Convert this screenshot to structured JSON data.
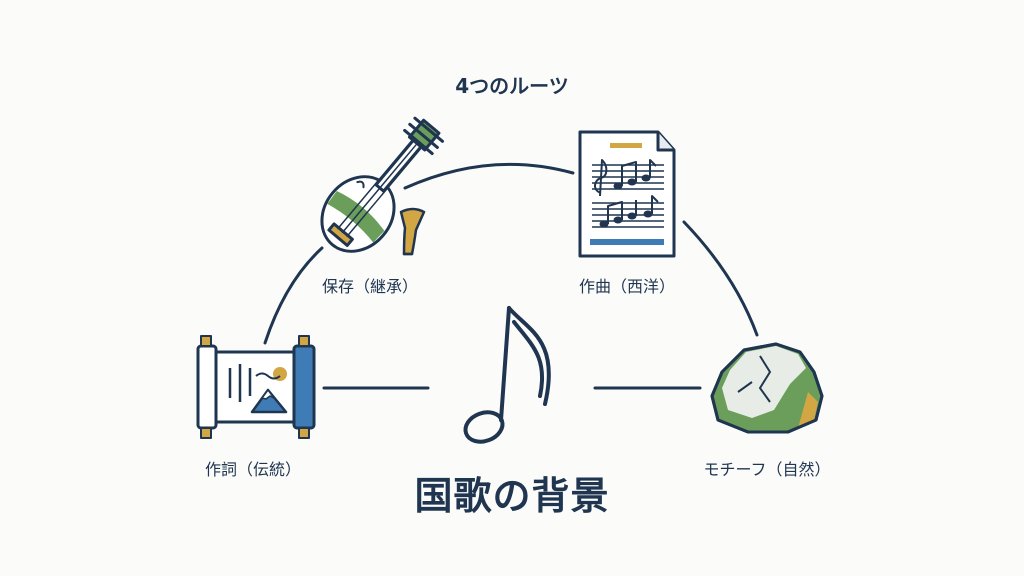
{
  "diagram": {
    "heading": "4つのルーツ",
    "center_title": "国歌の背景",
    "nodes": [
      {
        "label": "保存（継承）",
        "icon": "biwa-lute-icon"
      },
      {
        "label": "作曲（西洋）",
        "icon": "sheet-music-icon"
      },
      {
        "label": "作詞（伝統）",
        "icon": "scroll-fuji-icon"
      },
      {
        "label": "モチーフ（自然）",
        "icon": "mossy-rock-icon"
      }
    ],
    "center_icon": "eighth-note-icon",
    "colors": {
      "ink": "#1f3550",
      "green": "#6b9e5a",
      "blue": "#3f7bb4",
      "gold": "#d2a642"
    }
  }
}
